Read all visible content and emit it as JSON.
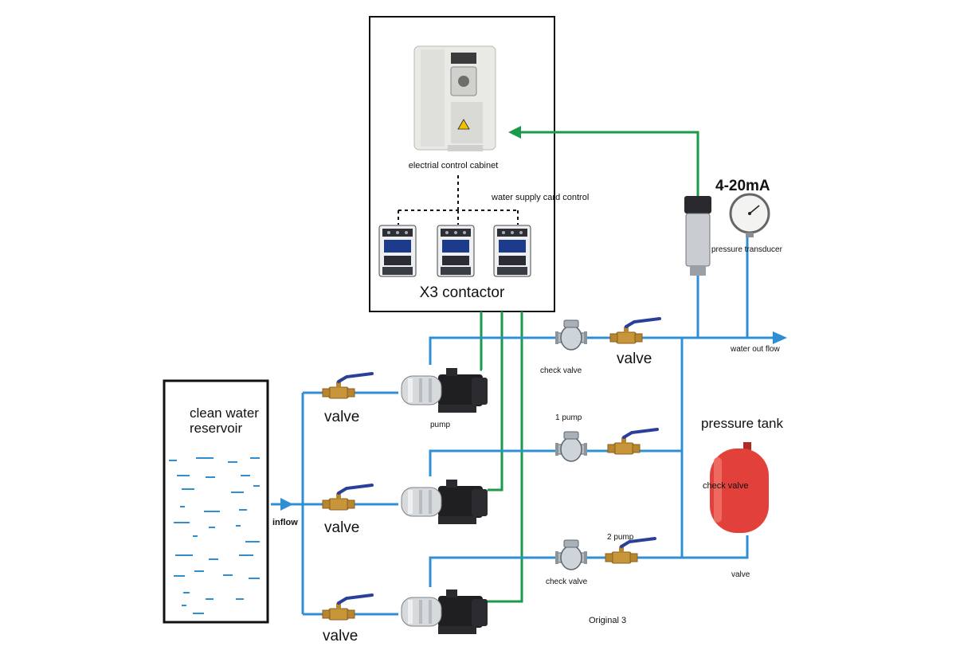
{
  "labels": {
    "cabinet": "electrial control cabinet",
    "card_control": "water supply card control",
    "contactor": "X3 contactor",
    "signal": "4-20mA",
    "transducer": "pressure transducer",
    "water_out": "water out flow",
    "valve_top": "valve",
    "check_valve_top": "check valve",
    "reservoir_line1": "clean water",
    "reservoir_line2": "reservoir",
    "valve_in_1": "valve",
    "pump_top": "pump",
    "one_pump": "1 pump",
    "pressure_tank": "pressure  tank",
    "check_valve_tank": "check valve",
    "inflow": "inflow",
    "valve_in_2": "valve",
    "two_pump": "2 pump",
    "check_valve_bottom": "check valve",
    "valve_tank": "valve",
    "valve_in_3": "valve",
    "original": "Original 3"
  },
  "colors": {
    "water_pipe": "#2f8fd3",
    "signal_wire": "#1a9a4a",
    "tank": "#e2403a",
    "brass": "#c8963a",
    "handle": "#2a3f9a"
  },
  "icons": {
    "inverter": "inverter-icon",
    "contactor": "contactor-icon",
    "pump": "pump-icon",
    "ball_valve": "ball-valve-icon",
    "check_valve": "check-valve-icon",
    "gauge": "pressure-gauge-icon",
    "transducer": "pressure-transducer-icon",
    "tank": "pressure-tank-icon"
  }
}
